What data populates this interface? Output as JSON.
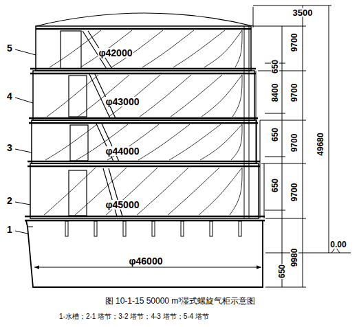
{
  "diagram": {
    "caption": "图 10-1-15   50000 m³湿式螺旋气柜示意图",
    "labels": [
      "5",
      "4",
      "3",
      "2",
      "1",
      "φ42000",
      "φ43000",
      "φ44000",
      "φ45000",
      "φ46000",
      "3500",
      "650",
      "8400",
      "650",
      "650",
      "650",
      "9700",
      "9700",
      "9700",
      "9700",
      "9980",
      "49680",
      "0.00",
      "1-水槽；2-1 塔节；3-2 塔节；4-3 塔节；5-4 塔节"
    ]
  }
}
